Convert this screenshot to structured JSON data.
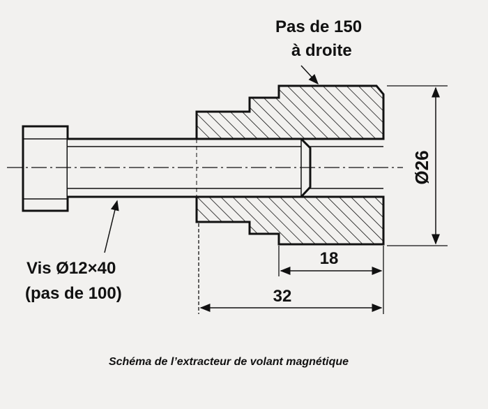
{
  "labels": {
    "thread_pitch_line1": "Pas de 150",
    "thread_pitch_line2": "à droite",
    "diameter": "Ø26",
    "length_inner": "18",
    "length_total": "32",
    "screw_line1": "Vis Ø12×40",
    "screw_line2": "(pas de 100)"
  },
  "caption": "Schéma de l’extracteur de volant magnétique"
}
